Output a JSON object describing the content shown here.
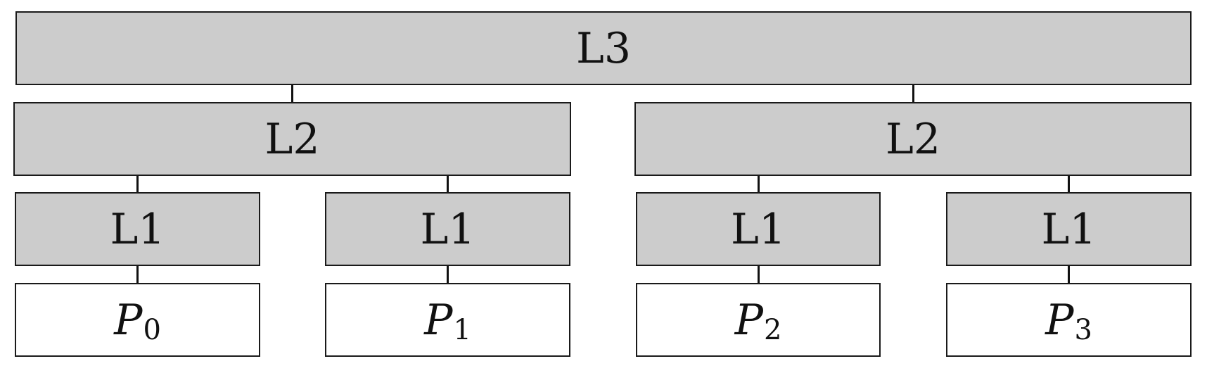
{
  "diagram": {
    "colors": {
      "cache_fill": "#cccccc",
      "processor_fill": "#ffffff",
      "stroke": "#1a1a1a"
    },
    "l3": {
      "label": "L3"
    },
    "l2": [
      {
        "label": "L2"
      },
      {
        "label": "L2"
      }
    ],
    "l1": [
      {
        "label": "L1"
      },
      {
        "label": "L1"
      },
      {
        "label": "L1"
      },
      {
        "label": "L1"
      }
    ],
    "processors": [
      {
        "letter": "P",
        "index": "0"
      },
      {
        "letter": "P",
        "index": "1"
      },
      {
        "letter": "P",
        "index": "2"
      },
      {
        "letter": "P",
        "index": "3"
      }
    ]
  }
}
